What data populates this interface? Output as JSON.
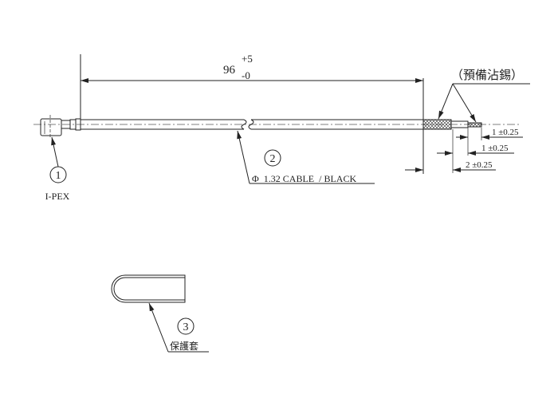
{
  "dimensions": {
    "overall_length": "96",
    "overall_plus": "+5",
    "overall_minus": "-0",
    "strip_1": "1 ±0.25",
    "strip_2": "1 ±0.25",
    "strip_3": "2 ±0.25"
  },
  "notes": {
    "pre_tinning": "（預備沾錫）"
  },
  "parts": [
    {
      "number": "1",
      "label": "I-PEX"
    },
    {
      "number": "2",
      "label": "Φ  1.32 CABLE  / BLACK"
    },
    {
      "number": "3",
      "label": "保護套"
    }
  ]
}
